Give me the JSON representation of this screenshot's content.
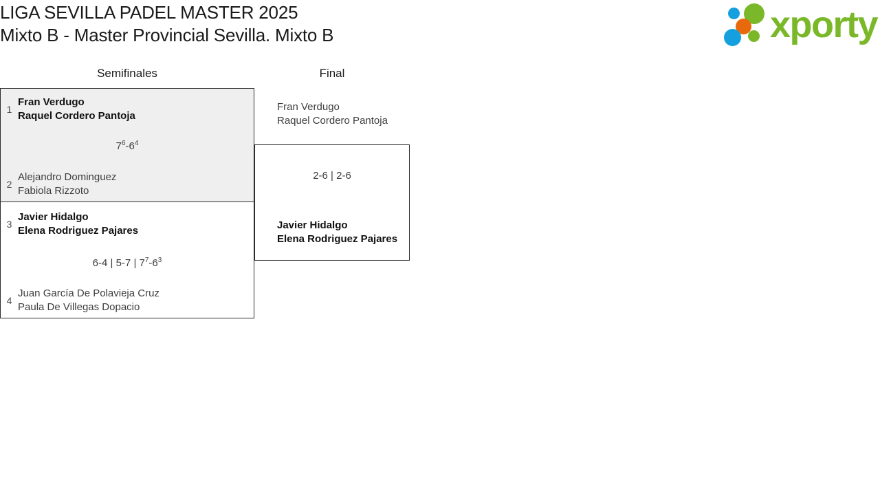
{
  "header": {
    "title_line1": "LIGA SEVILLA PADEL MASTER 2025",
    "title_line2": "Mixto B - Master Provincial Sevilla. Mixto B"
  },
  "logo": {
    "wordmark": "xporty",
    "colors": {
      "green": "#7ab829",
      "blue": "#14a0de",
      "orange": "#e8690b"
    },
    "dots": [
      {
        "name": "logo-dot-blue-small",
        "color": "#14a0de"
      },
      {
        "name": "logo-dot-green-large",
        "color": "#7ab829"
      },
      {
        "name": "logo-dot-orange",
        "color": "#e8690b"
      },
      {
        "name": "logo-dot-blue-large",
        "color": "#14a0de"
      },
      {
        "name": "logo-dot-green-small",
        "color": "#7ab829"
      }
    ]
  },
  "bracket": {
    "rounds": [
      {
        "label": "Semifinales"
      },
      {
        "label": "Final"
      }
    ],
    "matches": [
      {
        "id": "sf1",
        "round": "Semifinales",
        "shaded": true,
        "score": "7⁶-6⁴",
        "score_parts": [
          {
            "games": "7",
            "tb": "6"
          },
          {
            "sep": "-"
          },
          {
            "games": "6",
            "tb": "4"
          }
        ],
        "teams": [
          {
            "seed": "1",
            "player1": "Fran Verdugo",
            "player2": "Raquel Cordero Pantoja",
            "result": "winner"
          },
          {
            "seed": "2",
            "player1": "Alejandro Dominguez",
            "player2": "Fabiola Rizzoto",
            "result": "loser"
          }
        ]
      },
      {
        "id": "sf2",
        "round": "Semifinales",
        "shaded": false,
        "score": "6-4 | 5-7 | 7⁷-6³",
        "score_parts": [
          {
            "games": "6-4"
          },
          {
            "sep": " | "
          },
          {
            "games": "5-7"
          },
          {
            "sep": " | "
          },
          {
            "games": "7",
            "tb": "7"
          },
          {
            "sep": "-"
          },
          {
            "games": "6",
            "tb": "3"
          }
        ],
        "teams": [
          {
            "seed": "3",
            "player1": "Javier Hidalgo",
            "player2": "Elena Rodriguez Pajares",
            "result": "winner"
          },
          {
            "seed": "4",
            "player1": "Juan García De Polavieja Cruz",
            "player2": "Paula De Villegas Dopacio",
            "result": "loser"
          }
        ]
      },
      {
        "id": "f1",
        "round": "Final",
        "shaded": false,
        "score": "2-6 | 2-6",
        "teams": [
          {
            "seed": "",
            "player1": "Fran Verdugo",
            "player2": "Raquel Cordero Pantoja",
            "result": "loser"
          },
          {
            "seed": "",
            "player1": "Javier Hidalgo",
            "player2": "Elena Rodriguez Pajares",
            "result": "winner"
          }
        ]
      }
    ]
  }
}
